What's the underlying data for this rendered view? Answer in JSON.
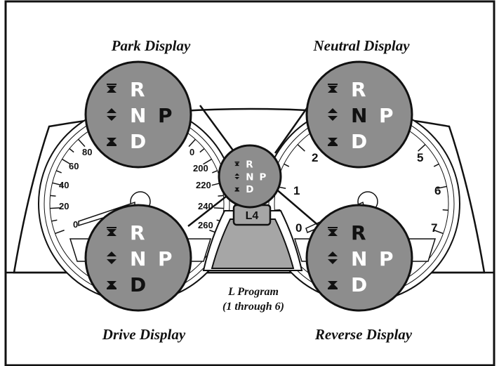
{
  "captions": {
    "park": "Park Display",
    "neutral": "Neutral Display",
    "drive": "Drive Display",
    "reverse": "Reverse Display",
    "l_program_line1": "L Program",
    "l_program_line2": "(1 through 6)"
  },
  "gears": {
    "r": "R",
    "n": "N",
    "d": "D",
    "p": "P"
  },
  "center_badge": "L4",
  "speedometer": {
    "left_ticks": [
      "0",
      "20",
      "40",
      "60",
      "80"
    ],
    "right_ticks": [
      "0",
      "200",
      "220",
      "240",
      "260"
    ]
  },
  "tachometer": {
    "left_ticks": [
      "0",
      "1",
      "2"
    ],
    "right_ticks": [
      "5",
      "6",
      "7"
    ]
  },
  "colors": {
    "display_fill": "#8d8d8d",
    "outline": "#111111",
    "highlight_text": "#111111",
    "dim_text": "#ffffff",
    "center_panel": "#a6a6a6"
  },
  "highlighted_gear": {
    "park": "p",
    "neutral": "n",
    "drive": "d",
    "reverse": "r"
  }
}
